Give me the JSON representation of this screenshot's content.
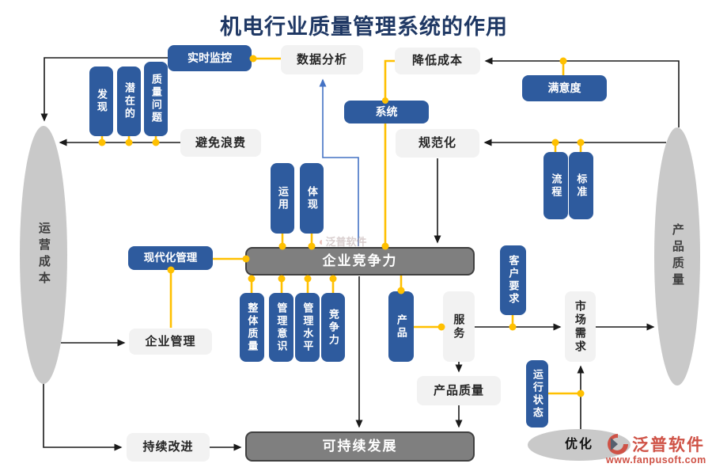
{
  "title": "机电行业质量管理系统的作用",
  "palette": {
    "blue": "#2e5b9e",
    "grayBox": "#f2f2f2",
    "grayText": "#262626",
    "bar": "#7f7f7f",
    "barBorder": "#404040",
    "ellipse": "#c9c9c9",
    "ellipseText": "#3f3f3f",
    "yellow": "#ffc000",
    "line": "#1a1a1a",
    "blueLine": "#4472c4",
    "title": "#1f3864",
    "logoRed": "#cf5246"
  },
  "nodes": {
    "realtime_monitor": {
      "label": "实时监控"
    },
    "data_analysis": {
      "label": "数据分析"
    },
    "reduce_cost": {
      "label": "降低成本"
    },
    "satisfaction": {
      "label": "满意度"
    },
    "discover": {
      "label": "发现"
    },
    "potential": {
      "label": "潜在的"
    },
    "quality_issue": {
      "label": "质量问题"
    },
    "avoid_waste": {
      "label": "避免浪费"
    },
    "standardize": {
      "label": "规范化"
    },
    "process": {
      "label": "流程"
    },
    "standard": {
      "label": "标准"
    },
    "system": {
      "label": "系统"
    },
    "apply": {
      "label": "运用"
    },
    "embody": {
      "label": "体现"
    },
    "modern_mgmt": {
      "label": "现代化管理"
    },
    "enterprise_mgmt": {
      "label": "企业管理"
    },
    "competitiveness_bar": {
      "label": "企业竞争力"
    },
    "overall_quality": {
      "label": "整体质量"
    },
    "mgmt_awareness": {
      "label": "管理意识"
    },
    "mgmt_level": {
      "label": "管理水平"
    },
    "competitiveness": {
      "label": "竞争力"
    },
    "product": {
      "label": "产品"
    },
    "service": {
      "label": "服务"
    },
    "customer_req": {
      "label": "客户要求"
    },
    "market_demand": {
      "label": "市场需求"
    },
    "product_quality_box": {
      "label": "产品质量"
    },
    "run_status": {
      "label": "运行状态"
    },
    "optimize": {
      "label": "优化"
    },
    "continuous_improve": {
      "label": "持续改进"
    },
    "sustainable_bar": {
      "label": "可持续发展"
    },
    "op_cost_ellipse": {
      "label": "运营成本"
    },
    "product_quality_ellipse": {
      "label": "产品质量"
    }
  },
  "watermark": {
    "icon": "◖",
    "text": "泛普软件"
  },
  "logo": {
    "name": "泛普软件",
    "url": "www.fanpusoft.com"
  }
}
